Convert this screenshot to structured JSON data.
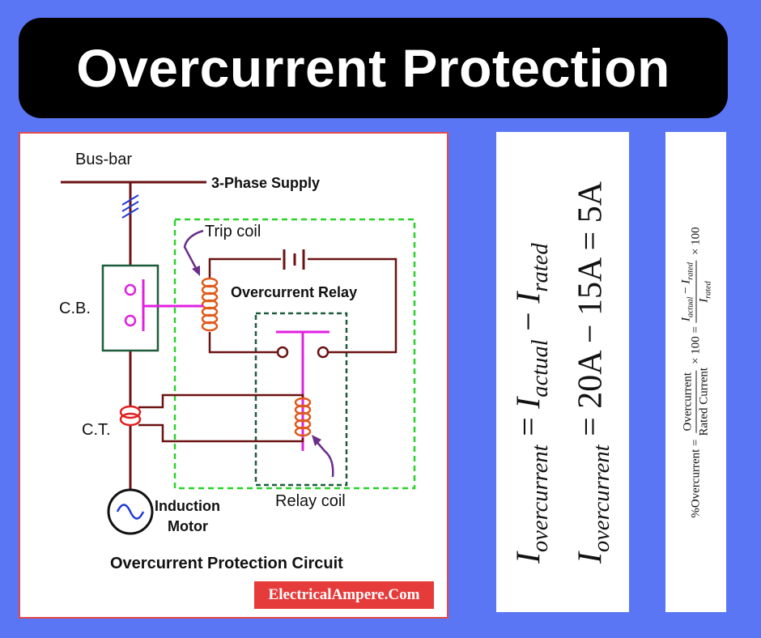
{
  "title": "Overcurrent Protection",
  "circuit": {
    "bus_bar_label": "Bus-bar",
    "supply_label": "3-Phase Supply",
    "trip_coil_label": "Trip coil",
    "relay_label": "Overcurrent Relay",
    "cb_label": "C.B.",
    "ct_label": "C.T.",
    "motor_label_line1": "Induction",
    "motor_label_line2": "Motor",
    "relay_coil_label": "Relay coil",
    "caption": "Overcurrent Protection Circuit",
    "brand": "ElectricalAmpere.Com",
    "colors": {
      "wire": "#6b1212",
      "relay": "#e020e0",
      "box_green": "#2bd12b",
      "box_dark": "#1e5b3a",
      "phase_ticks": "#1f3bd6",
      "arrow": "#6a2e8a"
    }
  },
  "formula1": {
    "line1": {
      "lhs_var": "I",
      "lhs_sub": "overcurrent",
      "eq": "=",
      "a_var": "I",
      "a_sub": "actual",
      "minus": "−",
      "b_var": "I",
      "b_sub": "rated"
    },
    "line2": {
      "lhs_var": "I",
      "lhs_sub": "overcurrent",
      "rhs": "= 20A − 15A = 5A"
    }
  },
  "formula2": {
    "lhs": "%Overcurrent =",
    "frac1_num": "Overcurrent",
    "frac1_den": "Rated Current",
    "mid": "× 100 =",
    "frac2_num_a": "I",
    "frac2_num_a_sub": "actual",
    "frac2_num_minus": " − ",
    "frac2_num_b": "I",
    "frac2_num_b_sub": "rated",
    "frac2_den": "I",
    "frac2_den_sub": "rated",
    "tail": "× 100"
  }
}
